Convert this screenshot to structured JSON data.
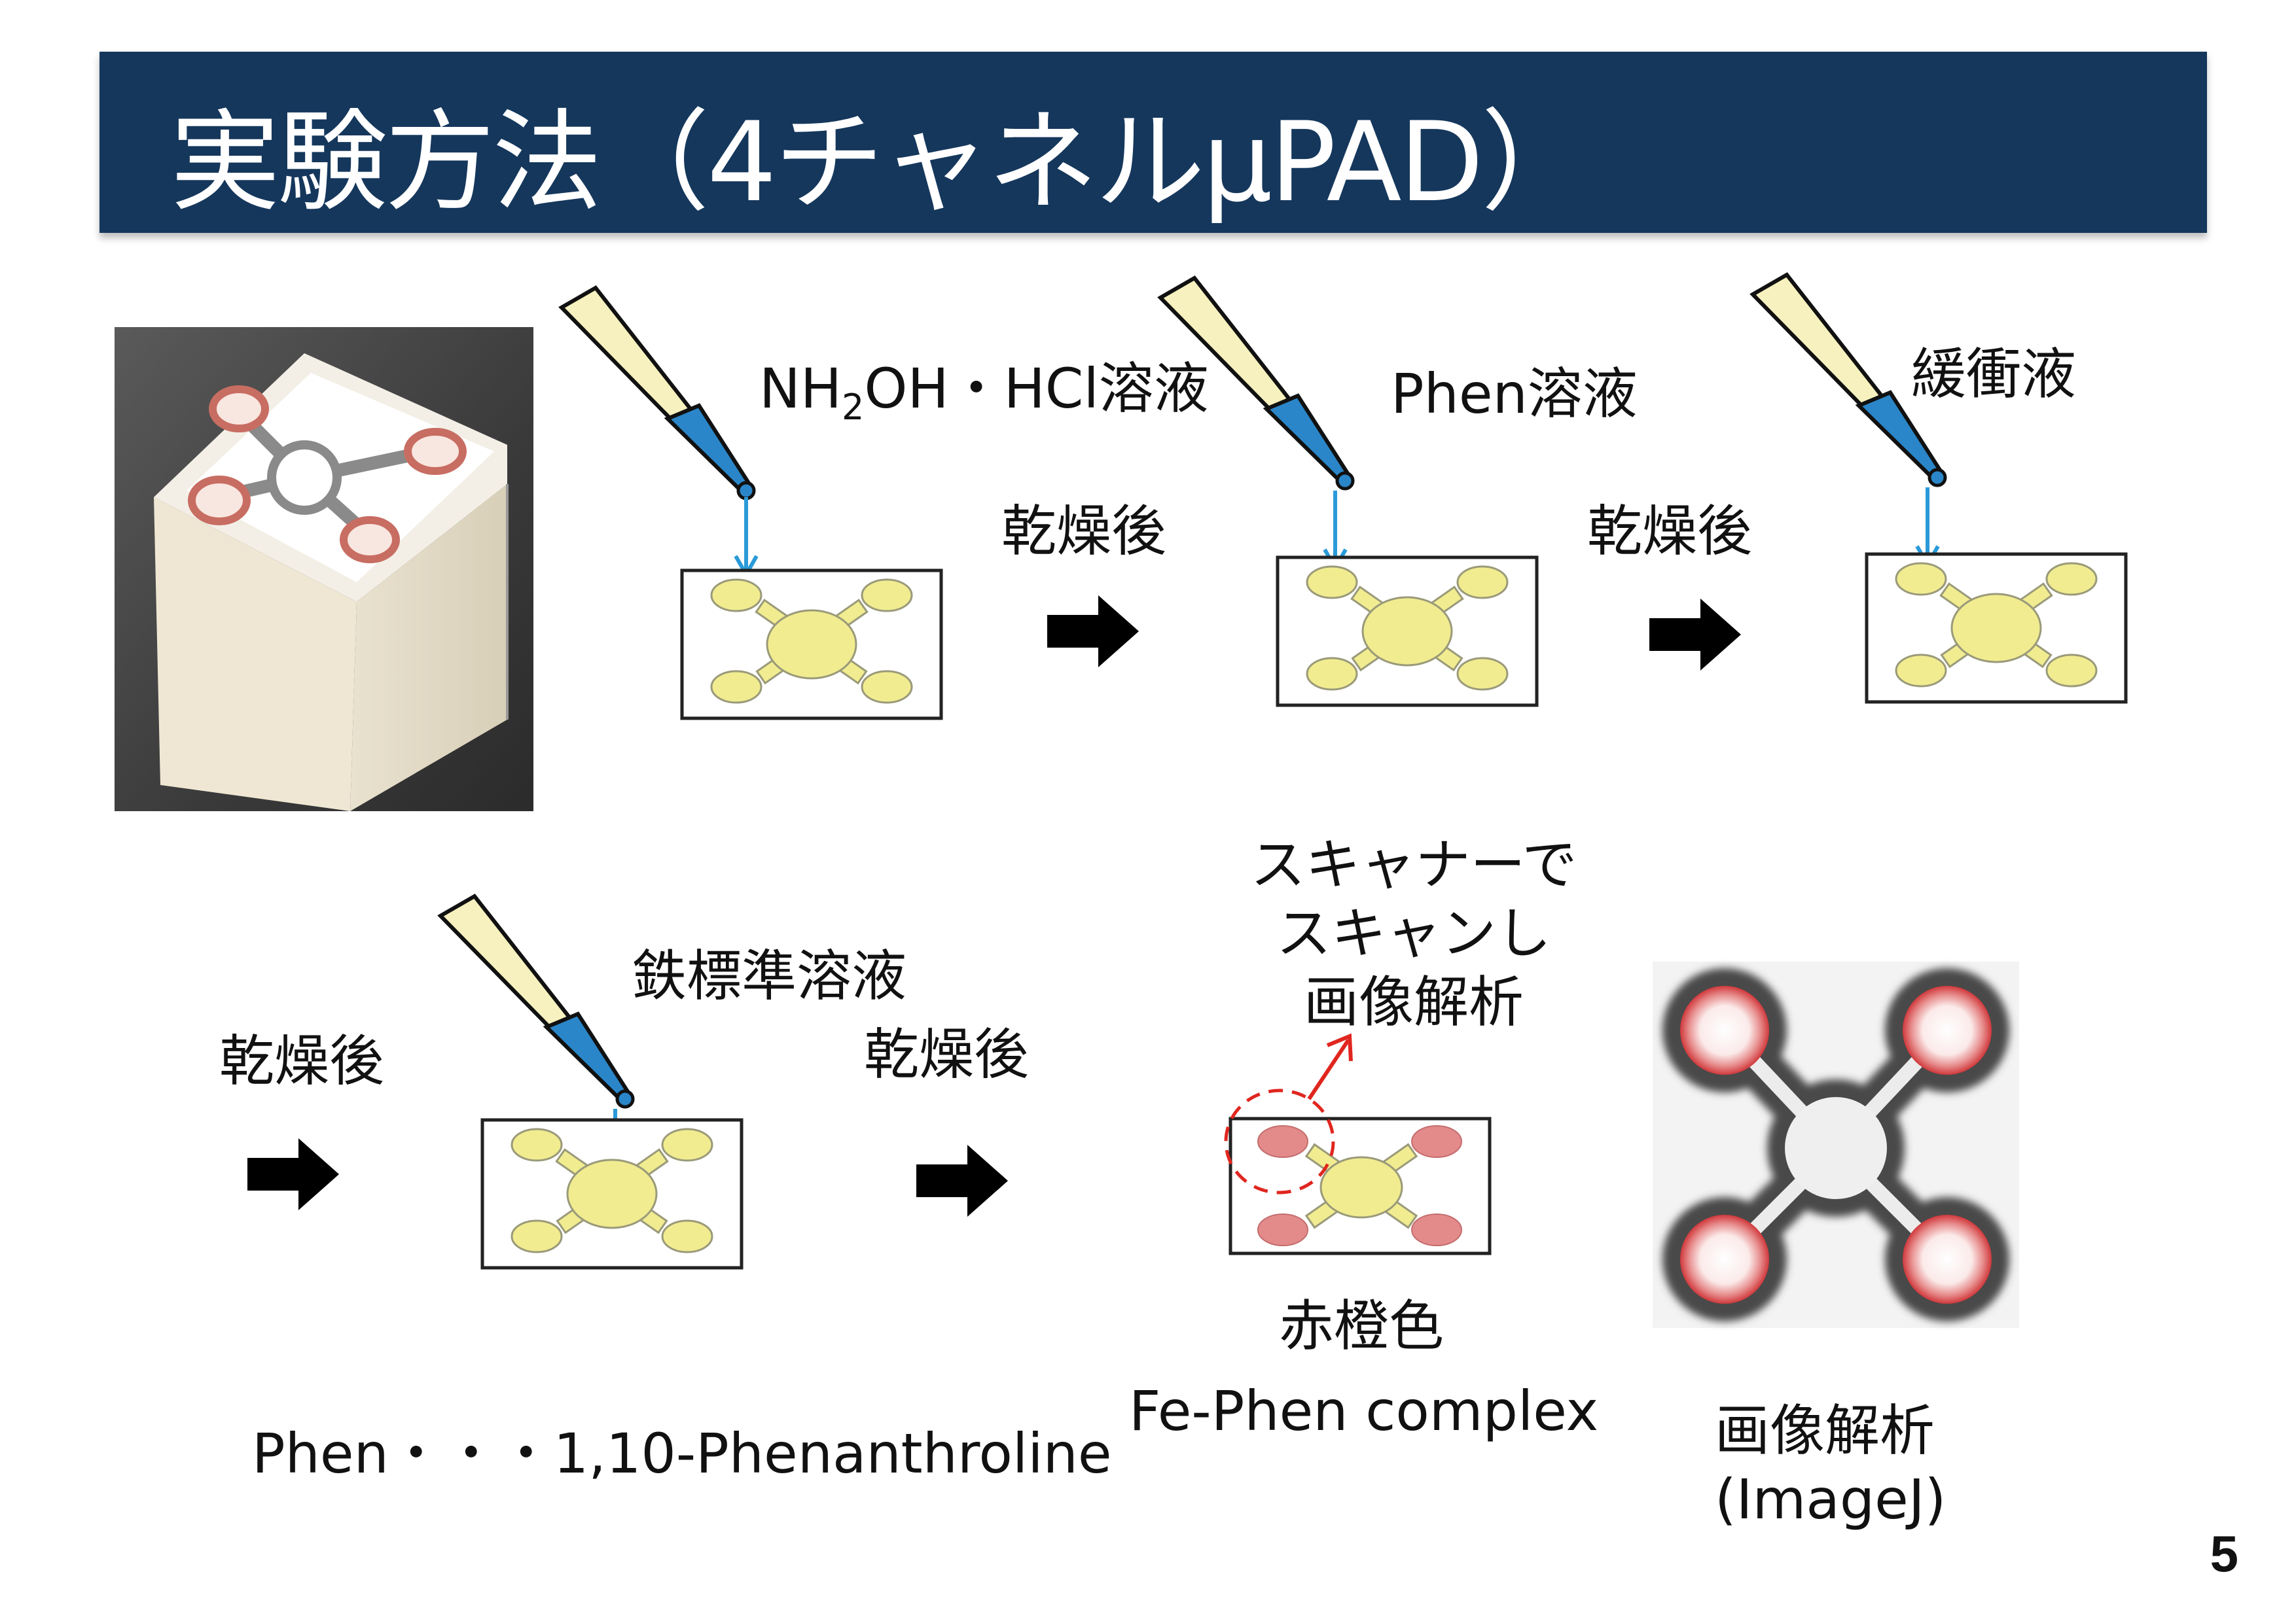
{
  "slide": {
    "title": "実験方法（4チャネルμPAD）",
    "page_number": "5"
  },
  "steps": {
    "reagent_1": {
      "main": "NH",
      "sub": "2",
      "rest": "OH・HCl溶液"
    },
    "reagent_2": "Phen溶液",
    "reagent_3": "緩衝液",
    "reagent_4": "鉄標準溶液",
    "dry_label": "乾燥後"
  },
  "scan_note": [
    "スキャナーで",
    "スキャンし",
    "画像解析"
  ],
  "result": {
    "color_label": "赤橙色",
    "complex_label": "Fe-Phen complex"
  },
  "analysis": {
    "label_line1": "画像解析",
    "label_line2": "(ImageJ)"
  },
  "footnote": "Phen・・・1,10-Phenanthroline",
  "colors": {
    "title_bar": "#15375c",
    "pad_fill": "#f1ec90",
    "pipette_liquid": "#2a86c8",
    "arrow_blue": "#2a9ad8",
    "spot_red": "#e38a8a",
    "dashed_red": "#e0261f"
  }
}
